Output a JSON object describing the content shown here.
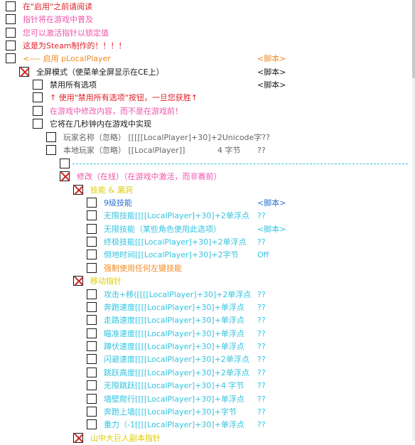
{
  "colors": {
    "dark": "#1a1a1a",
    "gray": "#666666",
    "red": "#e0202a",
    "orange": "#f08a24",
    "pink": "#ee55aa",
    "yellow": "#ddcc00",
    "cyan": "#33c4e0",
    "blue": "#2a72d6"
  },
  "entries": [
    {
      "label": "在\"启用\"之前请阅读",
      "value": "",
      "type": "",
      "checked": false,
      "color": "red"
    },
    {
      "label": "指针将在游戏中普及",
      "value": "",
      "type": "",
      "checked": false,
      "color": "pink"
    },
    {
      "label": "您可以激活指针以锁定值",
      "value": "",
      "type": "",
      "checked": false,
      "color": "pink"
    },
    {
      "label": "这是为Steam制作的！！！！",
      "value": "",
      "type": "",
      "checked": false,
      "color": "red"
    },
    {
      "label": "<---- 启用 pLocalPlayer",
      "value": "<脚本>",
      "type": "",
      "checked": false,
      "color": "orange",
      "value_color": "orange"
    },
    {
      "label": "全屏模式（使菜单全屏显示在CE上）",
      "value": "<脚本>",
      "type": "",
      "checked": true,
      "color": "dark",
      "value_color": "dark"
    },
    {
      "label": "禁用所有选项",
      "value": "<脚本>",
      "type": "",
      "checked": false,
      "color": "dark",
      "value_color": "dark"
    },
    {
      "label": "↑ 使用\"禁用所有选项\"按钮，一旦您获胜↑",
      "value": "",
      "type": "",
      "checked": false,
      "color": "red"
    },
    {
      "label": "在游戏中修改内容，而不是在游戏前！",
      "value": "",
      "type": "",
      "checked": false,
      "color": "pink"
    },
    {
      "label": "它将在几秒钟内在游戏中实现",
      "value": "",
      "type": "",
      "checked": false,
      "color": "dark"
    },
    {
      "label": "玩家名称（忽略）  [[[[[LocalPlayer]+30]+2Unicode字??",
      "value": "",
      "type": "",
      "checked": false,
      "color": "gray"
    },
    {
      "label": "本地玩家（忽略）  [[LocalPlayer]]",
      "value": "??",
      "type": "4 字节",
      "checked": false,
      "color": "gray",
      "value_color": "gray"
    },
    {
      "label": "",
      "value": "",
      "type": "",
      "checked": false,
      "color": "dark"
    },
    {
      "label": "修改（在线）（在游戏中激活，而非赛前）",
      "value": "",
      "type": "",
      "checked": true,
      "color": "pink"
    },
    {
      "label": "技能 & 漏洞",
      "value": "",
      "type": "",
      "checked": true,
      "color": "yellow"
    },
    {
      "label": "9级技能",
      "value": "<脚本>",
      "type": "",
      "checked": false,
      "color": "blue",
      "value_color": "blue"
    },
    {
      "label": "无限技能[[[[LocalPlayer]+30]+2单浮点",
      "value": "??",
      "type": "",
      "checked": false,
      "color": "cyan",
      "value_color": "cyan"
    },
    {
      "label": "无限技能（某些角色使用此选项）",
      "value": "<脚本>",
      "type": "",
      "checked": false,
      "color": "cyan",
      "value_color": "cyan"
    },
    {
      "label": "终极技能[[[LocalPlayer]+30]+2单浮点",
      "value": "??",
      "type": "",
      "checked": false,
      "color": "cyan",
      "value_color": "cyan"
    },
    {
      "label": "倒地时间[[[LocalPlayer]+30]+2字节",
      "value": "Off",
      "type": "",
      "checked": false,
      "color": "cyan",
      "value_color": "cyan"
    },
    {
      "label": "强制使用任何左键技能",
      "value": "",
      "type": "",
      "checked": false,
      "color": "orange"
    },
    {
      "label": "移动指针",
      "value": "",
      "type": "",
      "checked": true,
      "color": "yellow"
    },
    {
      "label": "攻击+移([[[[LocalPlayer]+30]+2单浮点",
      "value": "??",
      "type": "",
      "checked": false,
      "color": "cyan",
      "value_color": "cyan"
    },
    {
      "label": "奔跑速度[[[[LocalPlayer]+30]+单浮点",
      "value": "??",
      "type": "",
      "checked": false,
      "color": "cyan",
      "value_color": "cyan"
    },
    {
      "label": "走路速度[[[[LocalPlayer]+30]+单浮点",
      "value": "??",
      "type": "",
      "checked": false,
      "color": "cyan",
      "value_color": "cyan"
    },
    {
      "label": "瞄准速度[[[[LocalPlayer]+30]+单浮点",
      "value": "??",
      "type": "",
      "checked": false,
      "color": "cyan",
      "value_color": "cyan"
    },
    {
      "label": "蹲伏速度[[[[LocalPlayer]+30]+单浮点",
      "value": "??",
      "type": "",
      "checked": false,
      "color": "cyan",
      "value_color": "cyan"
    },
    {
      "label": "闪避速度[[[[LocalPlayer]+30]+2单浮点",
      "value": "??",
      "type": "",
      "checked": false,
      "color": "cyan",
      "value_color": "cyan"
    },
    {
      "label": "跳跃高度[[[[LocalPlayer]+30]+2单浮点",
      "value": "??",
      "type": "",
      "checked": false,
      "color": "cyan",
      "value_color": "cyan"
    },
    {
      "label": "无限跳跃[[[[LocalPlayer]+30]+4 字节",
      "value": "??",
      "type": "",
      "checked": false,
      "color": "cyan",
      "value_color": "cyan"
    },
    {
      "label": "墙壁爬行[[[[LocalPlayer]+30]+单浮点",
      "value": "??",
      "type": "",
      "checked": false,
      "color": "cyan",
      "value_color": "cyan"
    },
    {
      "label": "奔跑上墙[[[[LocalPlayer]+30]+字节",
      "value": "??",
      "type": "",
      "checked": false,
      "color": "cyan",
      "value_color": "cyan"
    },
    {
      "label": "重力（-1[[[[LocalPlayer]+30]+单浮点",
      "value": "??",
      "type": "",
      "checked": false,
      "color": "cyan",
      "value_color": "cyan"
    },
    {
      "label": "山中大巨人副本指针",
      "value": "",
      "type": "",
      "checked": true,
      "color": "yellow"
    }
  ]
}
